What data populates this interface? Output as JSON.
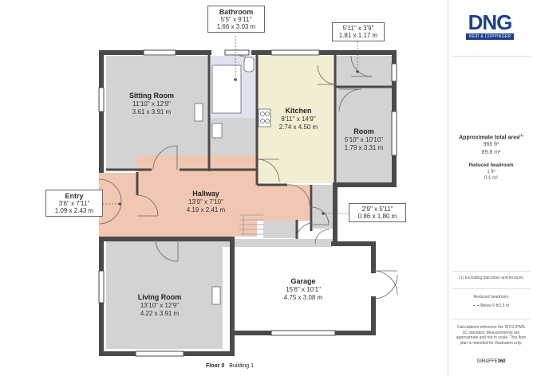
{
  "rooms": {
    "bathroom": {
      "name": "Bathroom",
      "imperial": "5'5\" x 9'11\"",
      "metric": "1.66 x 3.03 m"
    },
    "store": {
      "imperial": "5'11\" x 3'9\"",
      "metric": "1.81 x 1.17 m"
    },
    "sitting_room": {
      "name": "Sitting Room",
      "imperial": "11'10\" x 12'9\"",
      "metric": "3.61 x 3.91 m"
    },
    "kitchen": {
      "name": "Kitchen",
      "imperial": "8'11\" x 14'9\"",
      "metric": "2.74 x 4.50 m"
    },
    "room": {
      "name": "Room",
      "imperial": "5'10\" x 10'10\"",
      "metric": "1.79 x 3.31 m"
    },
    "entry": {
      "name": "Entry",
      "imperial": "3'6\" x 7'11\"",
      "metric": "1.09 x 2.43 m"
    },
    "hallway": {
      "name": "Hallway",
      "imperial": "13'9\" x 7'10\"",
      "metric": "4.19 x 2.41 m"
    },
    "closet": {
      "imperial": "2'9\" x 5'11\"",
      "metric": "0.86 x 1.80 m"
    },
    "living_room": {
      "name": "Living Room",
      "imperial": "13'10\" x 12'9\"",
      "metric": "4.22 x 3.91 m"
    },
    "garage": {
      "name": "Garage",
      "imperial": "15'6\" x 10'1\"",
      "metric": "4.75 x 3.08 m"
    }
  },
  "footer": {
    "floor": "Floor 0",
    "building": "Building 1"
  },
  "sidebar": {
    "logo_text": "DNG",
    "logo_sub": "REID & COPPINGER",
    "area_title": "Approximate total area",
    "area_title_note": "(1)",
    "area_ft": "966 ft²",
    "area_m": "89.8 m²",
    "headroom_title": "Reduced headroom",
    "headroom_ft": "1 ft²",
    "headroom_m": "0.1 m²",
    "footnote": "(1) Excluding balconies and terraces",
    "legend_title": "Reduced headroom",
    "legend_text": "Below 5 ft/1.5 m",
    "disclaimer": "Calculations reference the RICS IPMS 3C standard. Measurements are approximate and not to scale. This floor plan is intended for illustration only.",
    "brand_main": "GIRAFFE",
    "brand_num": "360"
  },
  "colors": {
    "wall": "#4a4a4a",
    "room_grey": "#d3d3d3",
    "hall": "#f2c7b2",
    "kitchen": "#f3edd2",
    "bath": "#dfe3ef",
    "logo": "#1f3f8c"
  }
}
